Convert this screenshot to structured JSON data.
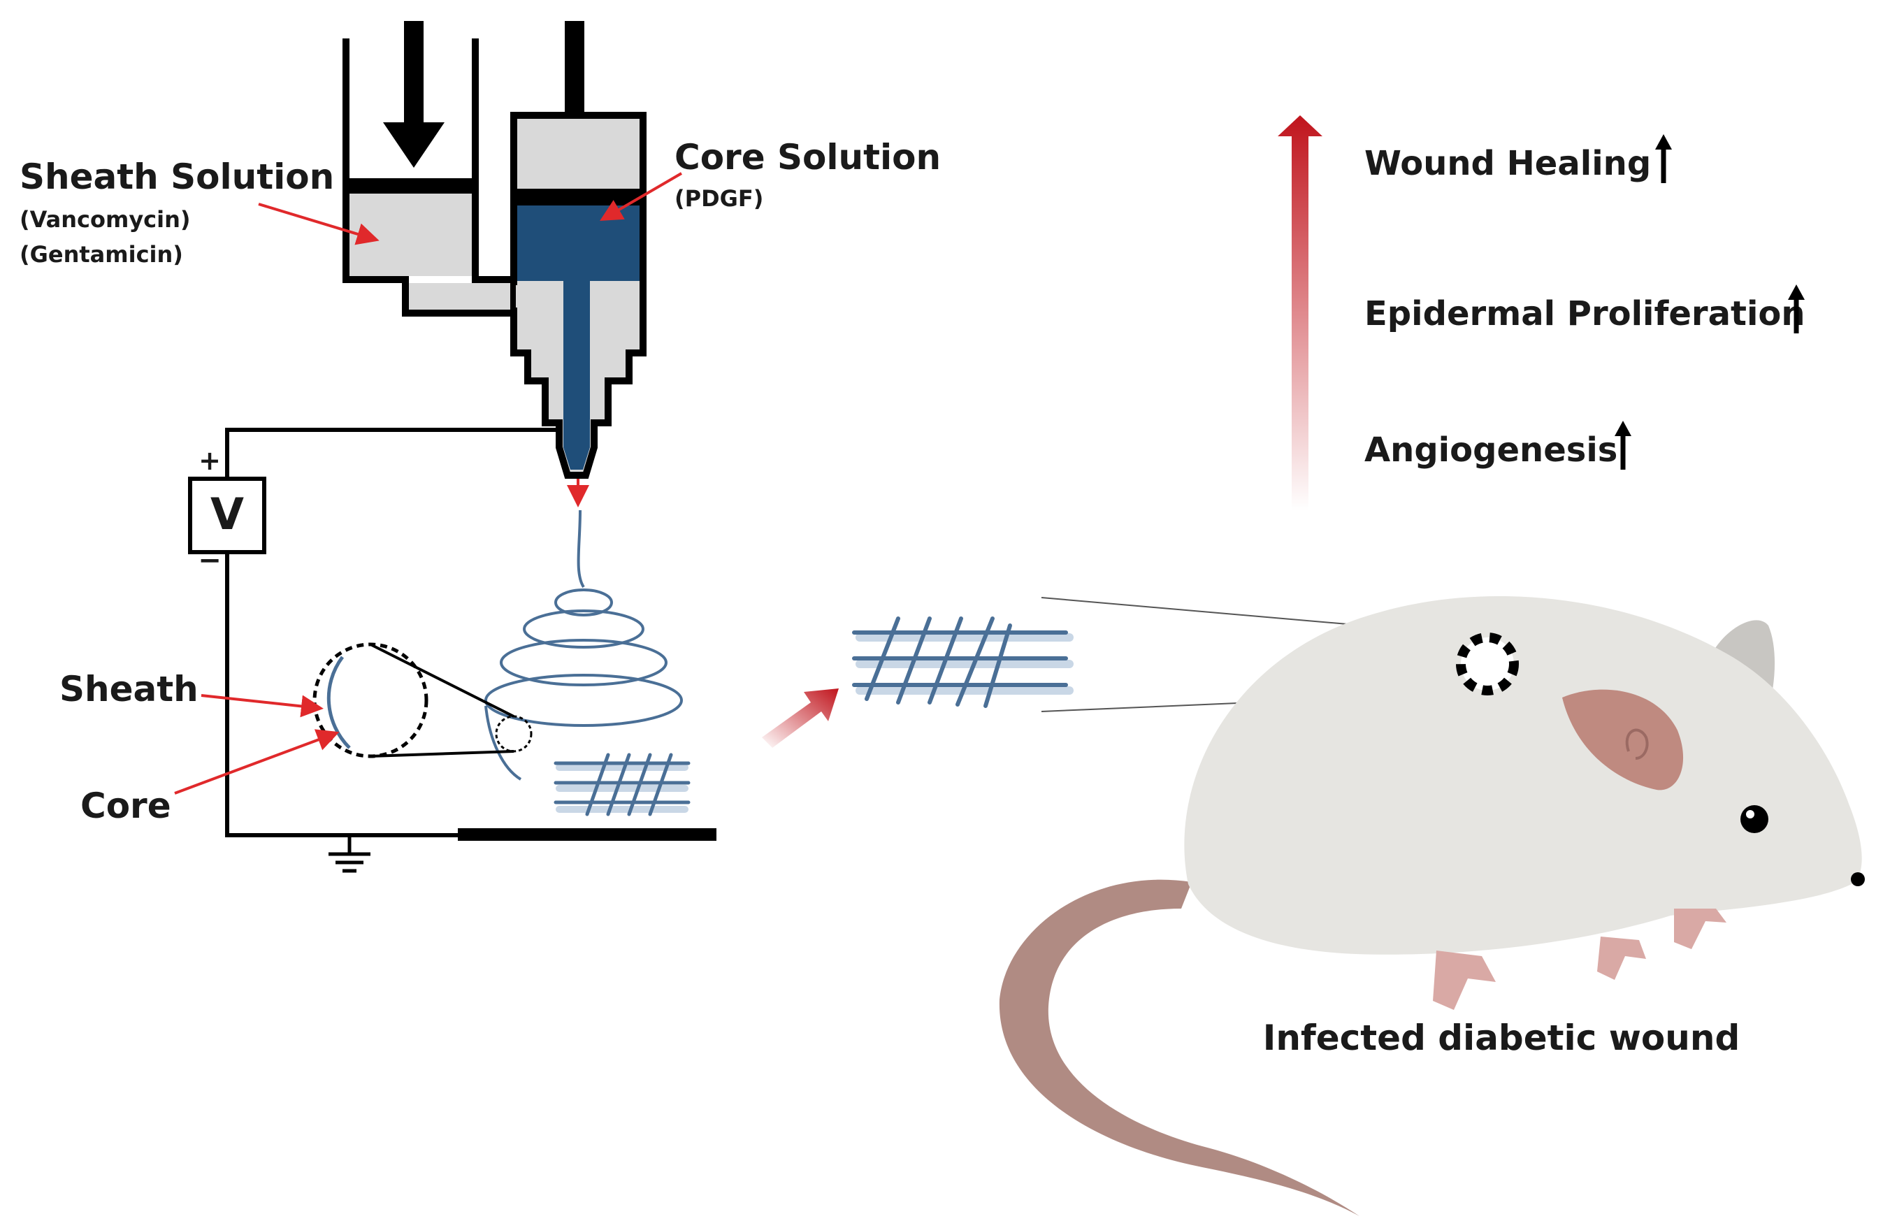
{
  "labels": {
    "sheath_solution": "Sheath Solution",
    "sheath_drug_1": "(Vancomycin)",
    "sheath_drug_2": "(Gentamicin)",
    "core_solution": "Core Solution",
    "core_drug": "(PDGF)",
    "voltage": "V",
    "plus": "+",
    "minus": "−",
    "sheath": "Sheath",
    "core": "Core",
    "wound": "Infected diabetic wound"
  },
  "effects": [
    {
      "label": "Wound Healing",
      "direction": "up"
    },
    {
      "label": "Epidermal Proliferation",
      "direction": "up"
    },
    {
      "label": "Angiogenesis",
      "direction": "up"
    }
  ],
  "colors": {
    "core_blue": "#1f4e79",
    "sheath_gray": "#d9d9d9",
    "fiber_blue": "#4a6f96",
    "fiber_shadow": "#c9d7e6",
    "pointer_red": "#e0292b",
    "gradient_red": "#c0141c",
    "mouse_body": "#e6e5e1",
    "mouse_ear_inner": "#bf8a80",
    "mouse_tail": "#b08b83",
    "mouse_paw": "#d9a9a5"
  }
}
